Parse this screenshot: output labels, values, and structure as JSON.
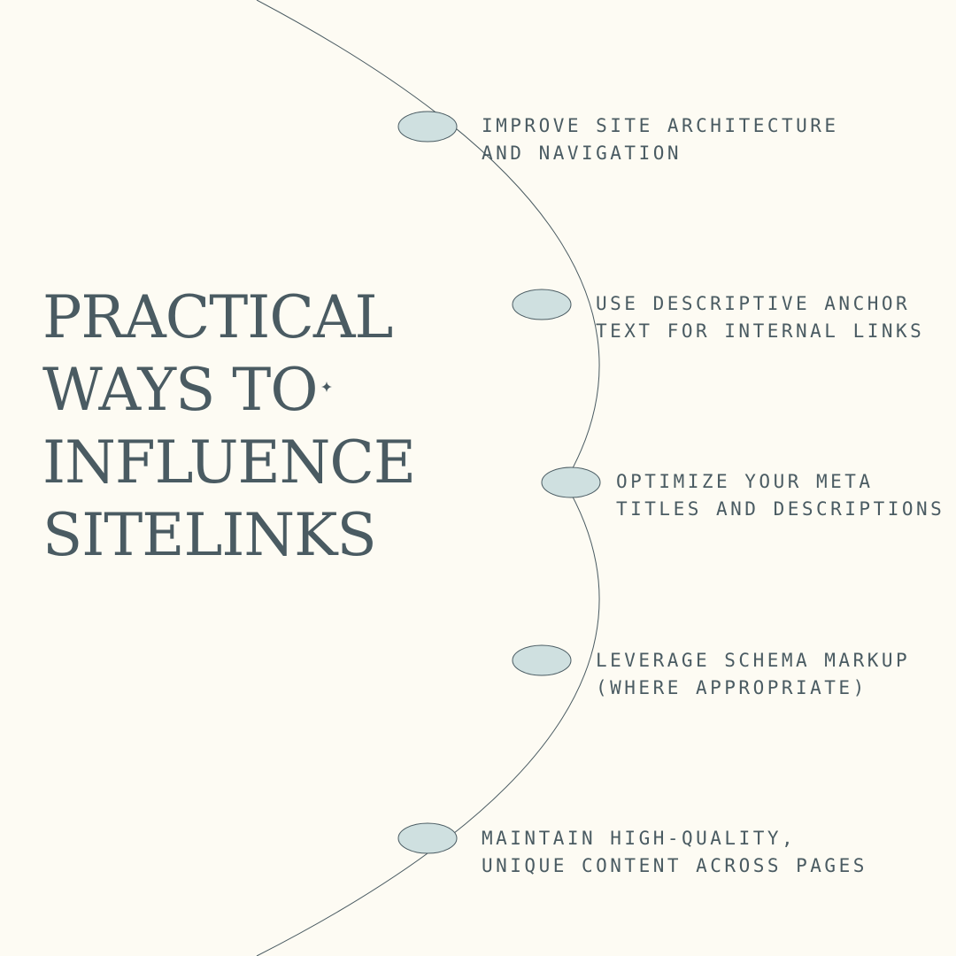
{
  "title": {
    "line1": "PRACTICAL",
    "line2": "WAYS TO",
    "line3": "INFLUENCE",
    "line4": "SITELINKS"
  },
  "steps": [
    {
      "line1": "IMPROVE SITE ARCHITECTURE",
      "line2": "AND NAVIGATION"
    },
    {
      "line1": "USE DESCRIPTIVE ANCHOR",
      "line2": "TEXT FOR INTERNAL LINKS"
    },
    {
      "line1": "OPTIMIZE YOUR META",
      "line2": "TITLES AND DESCRIPTIONS"
    },
    {
      "line1": "LEVERAGE SCHEMA MARKUP",
      "line2": "(WHERE APPROPRIATE)"
    },
    {
      "line1": "MAINTAIN HIGH-QUALITY,",
      "line2": "UNIQUE CONTENT ACROSS PAGES"
    }
  ],
  "colors": {
    "background": "#fdfbf3",
    "text": "#4a5b62",
    "dot_fill": "#cfe0e0",
    "line": "#4a5b62"
  }
}
